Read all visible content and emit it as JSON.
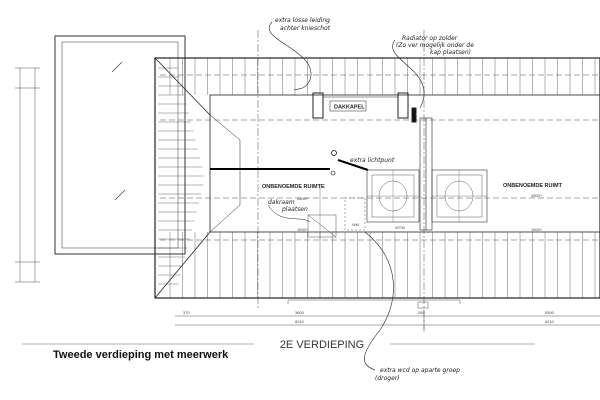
{
  "title": "2E VERDIEPING",
  "caption": "Tweede verdieping met meerwerk",
  "labels": {
    "dakkapel": "DAKKAPEL",
    "room_left": "ONBENOEMDE RUIMTE",
    "room_right": "ONBENOEMDE RUIMT",
    "height_left": "2800+",
    "height_right": "2800+",
    "low_left": "1500+",
    "low_right": "1500+",
    "wm": "WM",
    "wtw": "WTW"
  },
  "annotations": {
    "pipe": [
      "extra losse leiding",
      "achter knieschot"
    ],
    "radiator": [
      "Radiator op zolder",
      "(Zo ver mogelijk onder de",
      "kap plaatsen)"
    ],
    "light": "extra lichtpunt",
    "skylight": [
      "dakraam",
      "plaatsen"
    ],
    "socket": [
      "extra wcd op aparte groep",
      "(droger)"
    ]
  },
  "dimensions": {
    "top_row": [
      "370",
      "3600",
      "260",
      "5500"
    ],
    "bottom_row": [
      "6010",
      "6210"
    ]
  }
}
